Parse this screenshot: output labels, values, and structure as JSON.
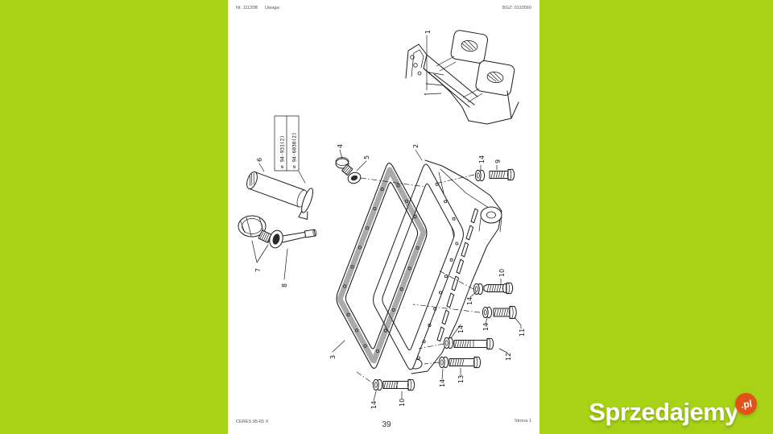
{
  "colors": {
    "background": "#a8d216",
    "badge": "#e4521b",
    "ink": "#1c1c1c",
    "page": "#ffffff"
  },
  "header": {
    "doc_no": "Nr. 11120B",
    "note_label": "Uwaga:",
    "code": "BGZ: 0110560"
  },
  "footer": {
    "model": "CERES 95-65 X",
    "page_number": "39",
    "sheet": "Strona 1"
  },
  "diagram": {
    "part_numbers": {
      "col1": "⌀ 94-931(2)",
      "col2": "⌀ 94-6030(2)"
    },
    "callouts": {
      "1": "1",
      "2": "2",
      "3": "3",
      "4": "4",
      "5": "5",
      "6": "6",
      "7": "7",
      "8": "8",
      "9": "9",
      "10": "10",
      "11": "11",
      "12": "12",
      "13": "13",
      "14": "14"
    }
  },
  "watermark": {
    "brand": "Sprzedajemy",
    "tld": ".pl"
  }
}
